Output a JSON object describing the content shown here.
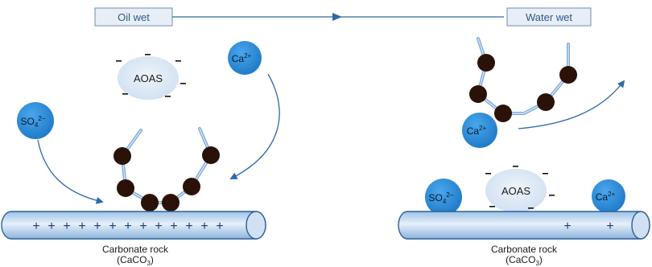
{
  "header": {
    "left_label": "Oil wet",
    "right_label": "Water wet"
  },
  "left_scene": {
    "sulfate_label": "SO",
    "sulfate_sub": "4",
    "sulfate_sup": "2−",
    "calcium_label": "Ca",
    "calcium_sup": "2+",
    "surfactant_label": "AOAS",
    "surface_charges": [
      "+",
      "+",
      "+",
      "+",
      "+",
      "+",
      "+",
      "+",
      "+",
      "+",
      "+",
      "+",
      "+"
    ],
    "rock_label": "Carbonate rock",
    "rock_formula_prefix": "(CaCO",
    "rock_formula_sub": "3",
    "rock_formula_suffix": ")"
  },
  "right_scene": {
    "calcium_free_label": "Ca",
    "calcium_free_sup": "2+",
    "sulfate_label": "SO",
    "sulfate_sub": "4",
    "sulfate_sup": "2−",
    "surfactant_label": "AOAS",
    "calcium_label": "Ca",
    "calcium_sup": "2+",
    "surface_charges": [
      "+",
      "+"
    ],
    "rock_label": "Carbonate rock",
    "rock_formula_prefix": "(CaCO",
    "rock_formula_sub": "3",
    "rock_formula_suffix": ")"
  },
  "colors": {
    "ion_blue": "#2a8ad6",
    "surfactant_fill": "#dce8f6",
    "rock_fill": "#b9d4ee",
    "rock_stroke": "#2d5f93",
    "oil_bead": "#2a1208",
    "chain": "#7aa7d6",
    "arrow": "#2f68a8"
  }
}
